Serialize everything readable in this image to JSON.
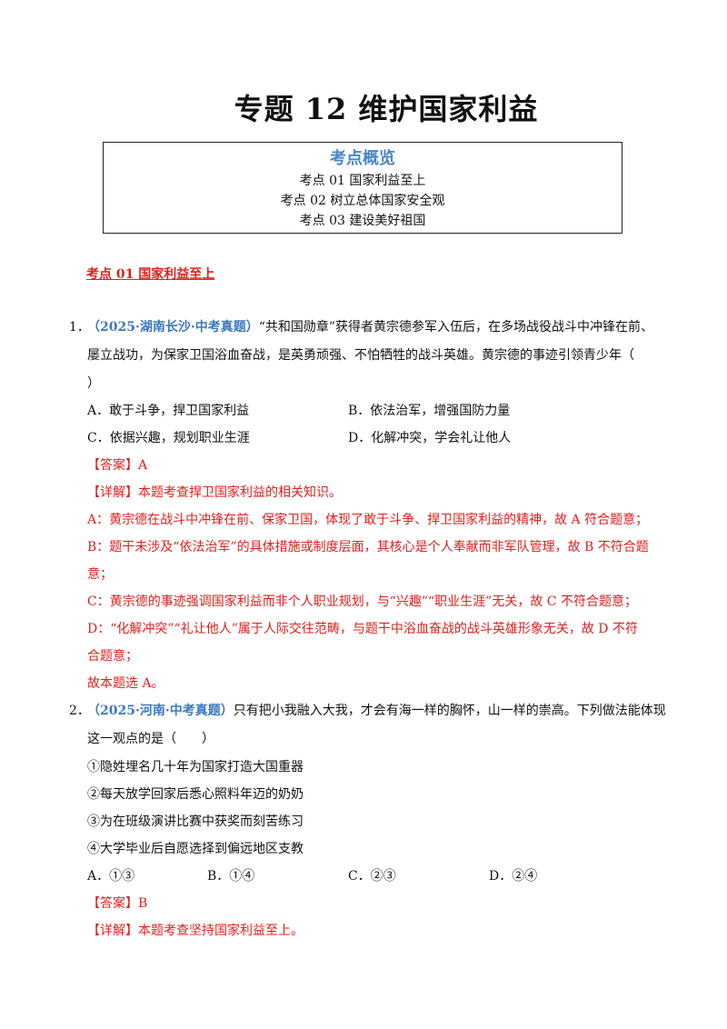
{
  "title": "专题 12 维护国家利益",
  "overview": {
    "heading": "考点概览",
    "items": [
      "考点 01  国家利益至上",
      "考点 02  树立总体国家安全观",
      "考点 03  建设美好祖国"
    ]
  },
  "section1": {
    "heading": "考点 01  国家利益至上"
  },
  "q1": {
    "number": "1．",
    "source": "（2025·湖南长沙·中考真题）",
    "stem_line1": "“共和国勋章”获得者黄宗德参军入伍后，在多场战役战斗中冲锋在前、",
    "stem_line2": "屡立战功，为保家卫国浴血奋战，是英勇顽强、不怕牺牲的战斗英雄。黄宗德的事迹引领青少年（",
    "stem_line3": "）",
    "options": [
      "A．敢于斗争，捍卫国家利益",
      "B．依法治军，增强国防力量",
      "C．依据兴趣，规划职业生涯",
      "D．化解冲突，学会礼让他人"
    ],
    "answer": "【答案】A",
    "analysis": [
      "【详解】本题考查捍卫国家利益的相关知识。",
      "A：黄宗德在战斗中冲锋在前、保家卫国，体现了敢于斗争、捍卫国家利益的精神，故 A 符合题意；",
      "B：题干未涉及“依法治军”的具体措施或制度层面，其核心是个人奉献而非军队管理，故 B 不符合题",
      "意；",
      "C：黄宗德的事迹强调国家利益而非个人职业规划，与“兴趣”“职业生涯”无关，故 C 不符合题意；",
      "D：“化解冲突”“礼让他人”属于人际交往范畴，与题干中浴血奋战的战斗英雄形象无关，故 D 不符",
      "合题意；",
      "故本题选 A。"
    ]
  },
  "q2": {
    "number": "2．",
    "source": "（2025·河南·中考真题）",
    "stem_line1": "只有把小我融入大我，才会有海一样的胸怀，山一样的崇高。下列做法能体现",
    "stem_line2": "这一观点的是（　　）",
    "statements": [
      "①隐姓埋名几十年为国家打造大国重器",
      "②每天放学回家后悉心照料年迈的奶奶",
      "③为在班级演讲比赛中获奖而刻苦练习",
      "④大学毕业后自愿选择到偏远地区支教"
    ],
    "options": [
      "A．①③",
      "B．①④",
      "C．②③",
      "D．②④"
    ],
    "answer": "【答案】B",
    "analysis": [
      "【详解】本题考查坚持国家利益至上。"
    ]
  }
}
